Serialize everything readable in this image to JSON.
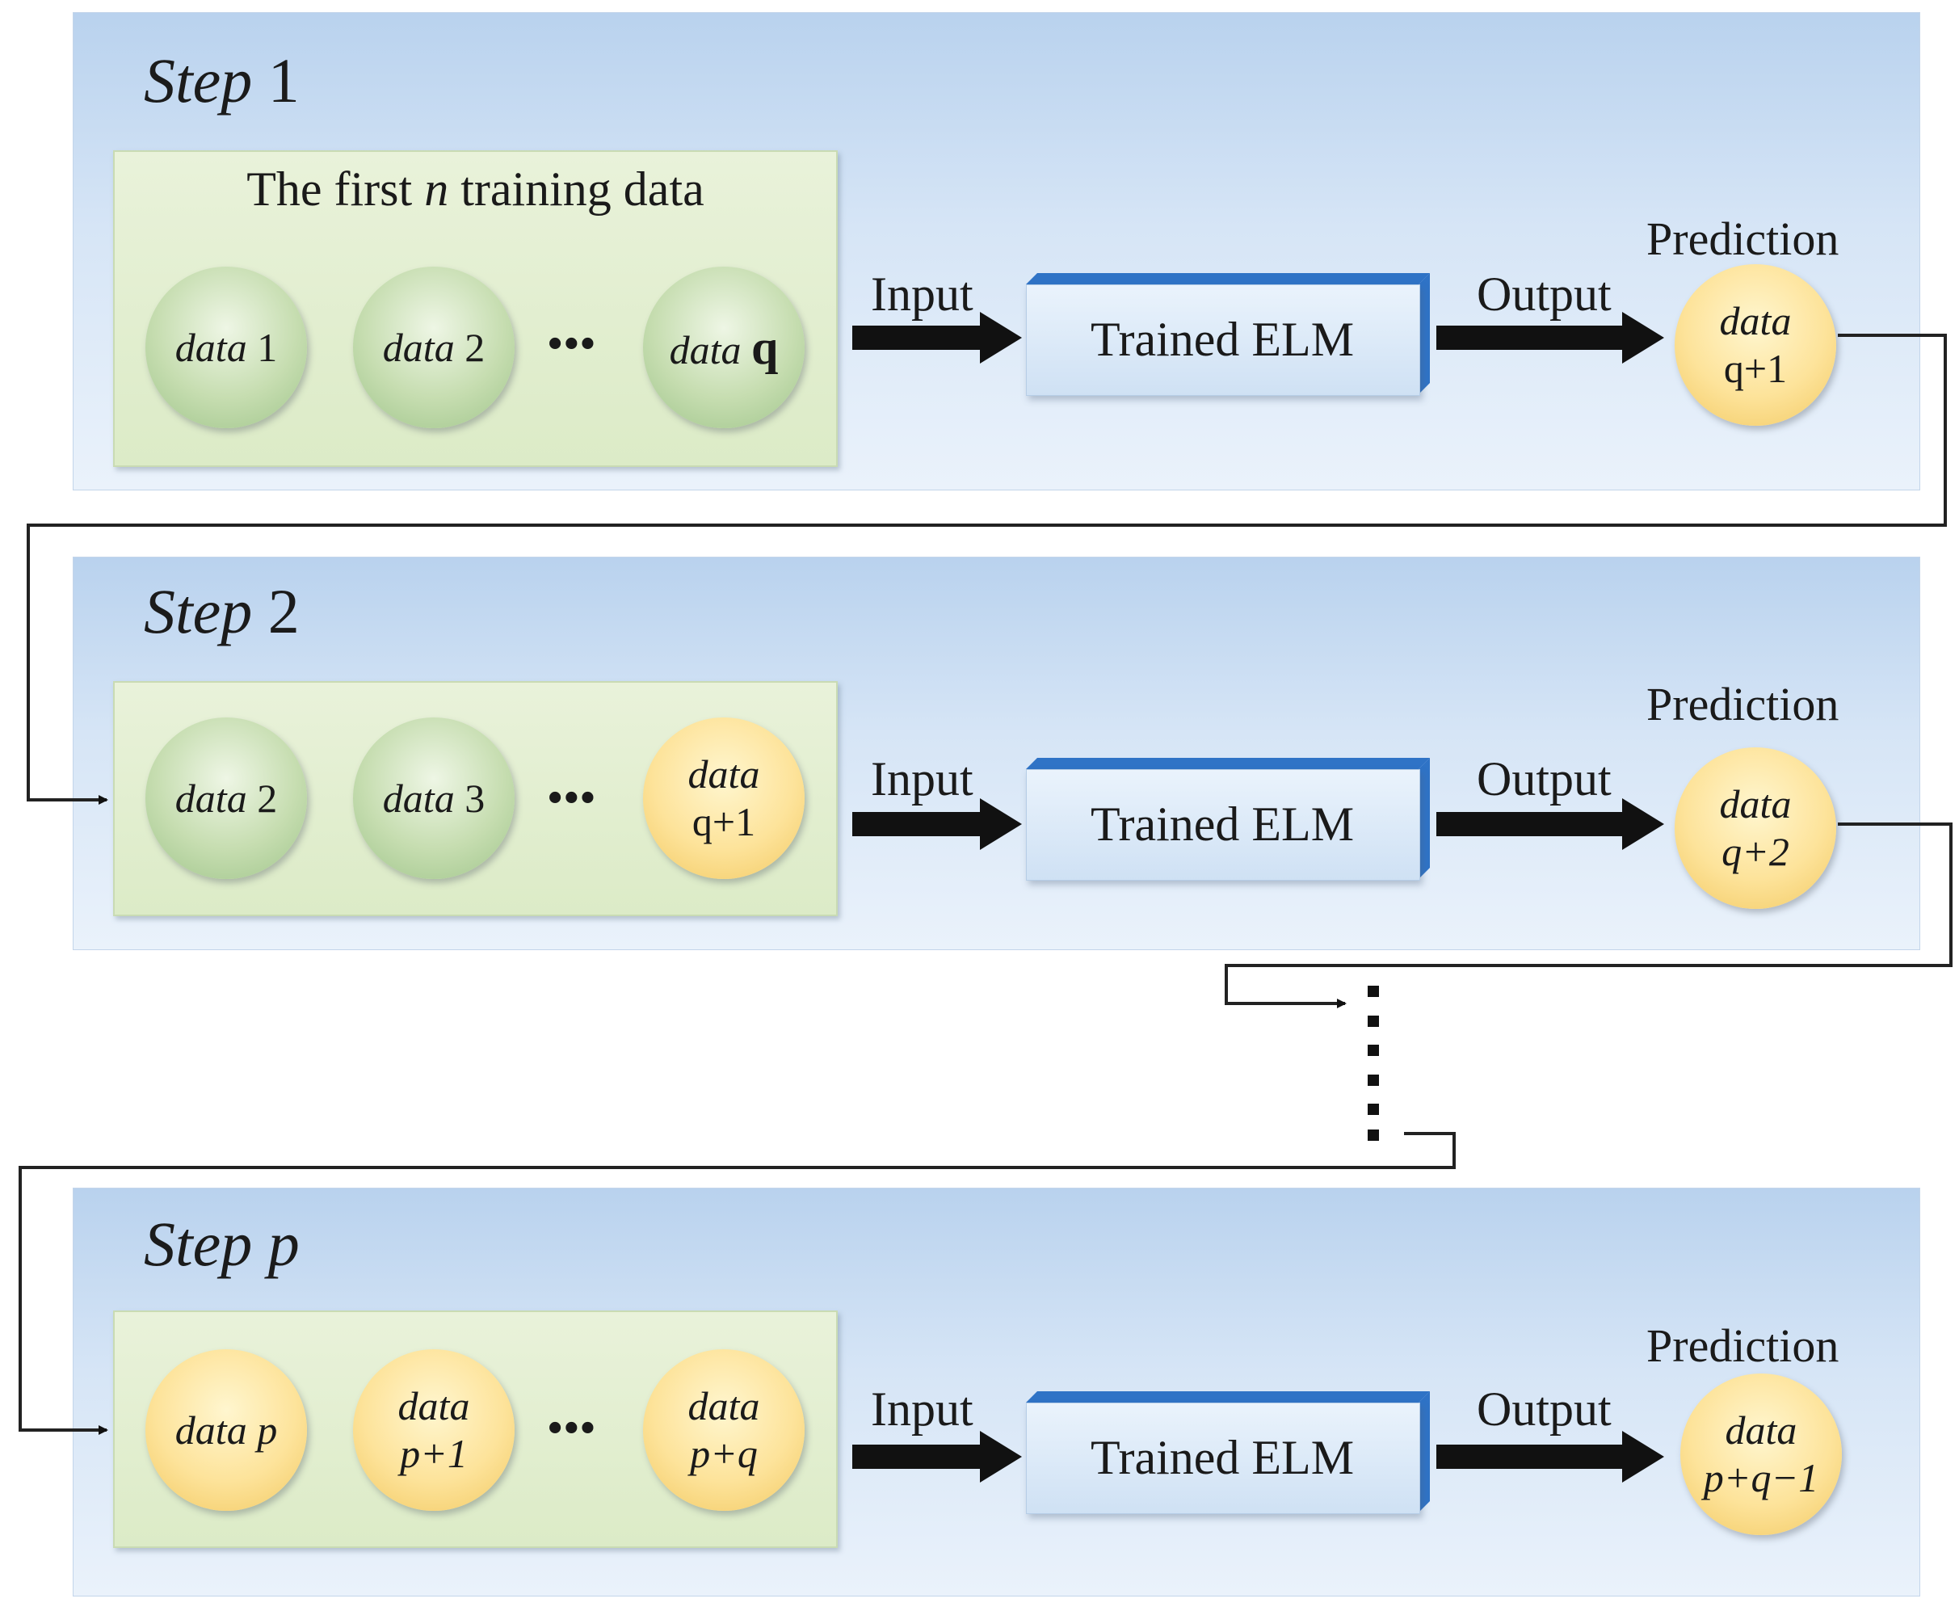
{
  "steps": [
    {
      "step_word": "Step",
      "step_num": "1",
      "box_title": {
        "pre": "The first ",
        "var": "n",
        "post": " training data"
      },
      "inputs": [
        {
          "line1": "data",
          "line2": "1",
          "color": "green"
        },
        {
          "line1": "data",
          "line2": "2",
          "color": "green"
        },
        {
          "line1": "data",
          "line2": "q",
          "color": "green"
        }
      ],
      "ellipsis": "•••",
      "input_label": "Input",
      "model": "Trained ELM",
      "output_label": "Output",
      "prediction_label": "Prediction",
      "prediction": {
        "line1": "data",
        "line2": "q+1",
        "color": "orange"
      }
    },
    {
      "step_word": "Step",
      "step_num": "2",
      "inputs": [
        {
          "line1": "data",
          "line2": "2",
          "color": "green"
        },
        {
          "line1": "data",
          "line2": "3",
          "color": "green"
        },
        {
          "line1": "data",
          "line2": "q+1",
          "color": "orange"
        }
      ],
      "ellipsis": "•••",
      "input_label": "Input",
      "model": "Trained ELM",
      "output_label": "Output",
      "prediction_label": "Prediction",
      "prediction": {
        "line1": "data",
        "line2": "q+2",
        "color": "orange"
      }
    },
    {
      "step_word": "Step",
      "step_num": "p",
      "inputs": [
        {
          "line1": "data",
          "line2": "p",
          "color": "orange"
        },
        {
          "line1": "data",
          "line2": "p+1",
          "color": "orange"
        },
        {
          "line1": "data",
          "line2": "p+q",
          "color": "orange"
        }
      ],
      "ellipsis": "•••",
      "input_label": "Input",
      "model": "Trained ELM",
      "output_label": "Output",
      "prediction_label": "Prediction",
      "prediction": {
        "line1": "data",
        "line2": "p+q−1",
        "color": "orange"
      }
    }
  ],
  "vertical_ellipsis": "⋮",
  "colors": {
    "panel_blue": "#c9dcf2",
    "train_green": "#dcebc7",
    "circle_green": "#b7d49e",
    "circle_orange": "#fbd97e",
    "elm_face": "#d8e7f6",
    "elm_edge": "#2f73c6",
    "arrow": "#111111"
  }
}
